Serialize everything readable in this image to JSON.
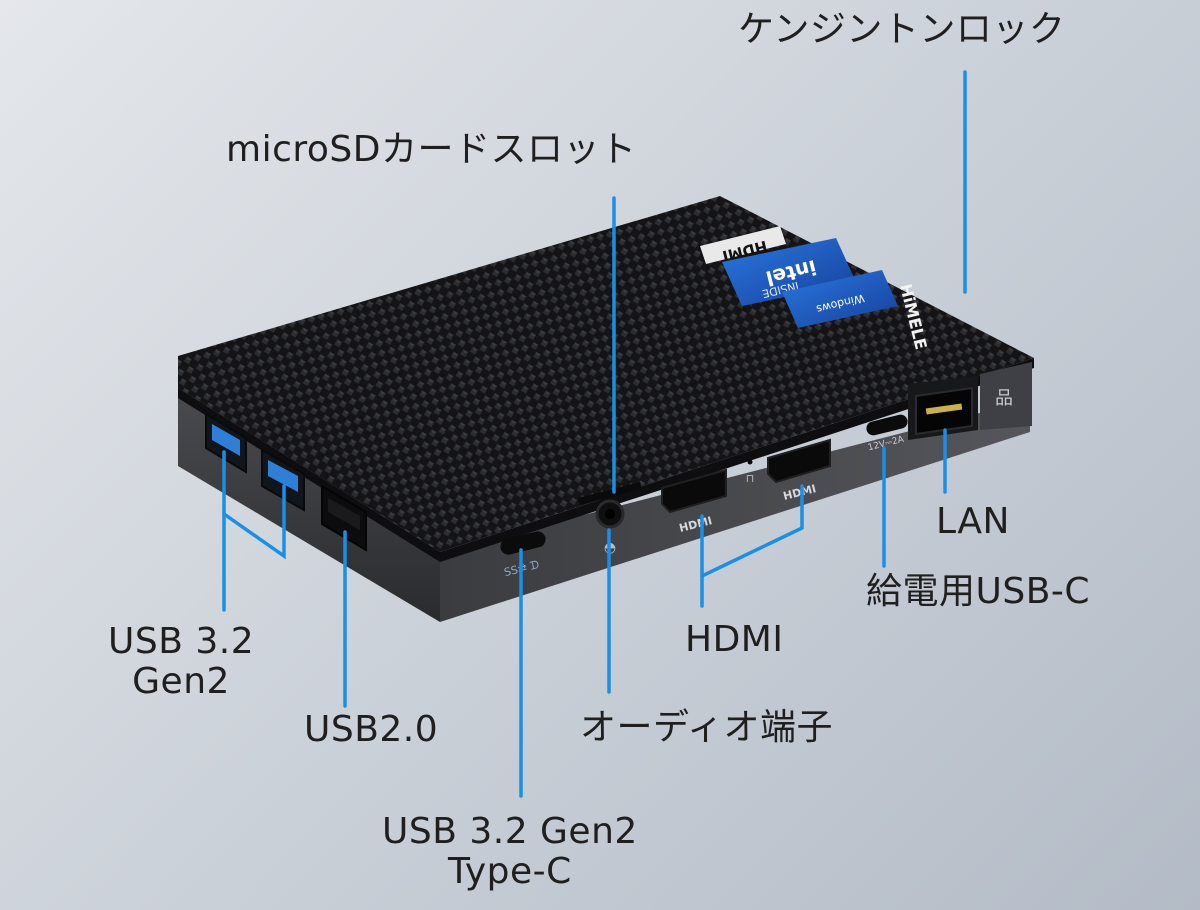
{
  "product": {
    "brand": "HiMELE",
    "top_logo_hdmi": "HDMI",
    "intel_brand": "intel",
    "intel_sub": "INSIDE",
    "windows_label": "Windows",
    "port_print_hdmi": "HDMI",
    "port_print_power": "12V⎓2A"
  },
  "callouts": {
    "kensington": "ケンジントンロック",
    "microsd": "microSDカードスロット",
    "lan": "LAN",
    "power_usbc": "給電用USB-C",
    "hdmi": "HDMI",
    "usb32_gen2": [
      "USB 3.2",
      "Gen2"
    ],
    "usb20": "USB2.0",
    "audio": "オーディオ端子",
    "usb32_typec": [
      "USB 3.2 Gen2",
      "Type-C"
    ]
  },
  "colors": {
    "leader_line": "#1a8fe6",
    "usb3_port": "#2f7fd8",
    "device_body": "#1b1b1d",
    "device_side": "#3a3b3f",
    "sticker_blue": "#1f5fc7"
  }
}
